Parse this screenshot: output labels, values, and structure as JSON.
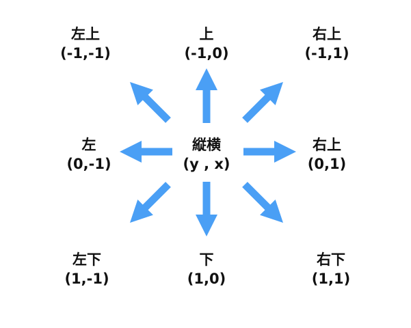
{
  "colors": {
    "arrow": "#4a9ff5",
    "text": "#111111"
  },
  "center": {
    "title": "縦横",
    "coords": "(y , x)"
  },
  "directions": [
    {
      "id": "up-left",
      "name": "左上",
      "coords": "(-1,-1)"
    },
    {
      "id": "up",
      "name": "上",
      "coords": "(-1,0)"
    },
    {
      "id": "up-right",
      "name": "右上",
      "coords": "(-1,1)"
    },
    {
      "id": "left",
      "name": "左",
      "coords": "(0,-1)"
    },
    {
      "id": "right",
      "name": "右上",
      "coords": "(0,1)"
    },
    {
      "id": "down-left",
      "name": "左下",
      "coords": "(1,-1)"
    },
    {
      "id": "down",
      "name": "下",
      "coords": "(1,0)"
    },
    {
      "id": "down-right",
      "name": "右下",
      "coords": "(1,1)"
    }
  ]
}
